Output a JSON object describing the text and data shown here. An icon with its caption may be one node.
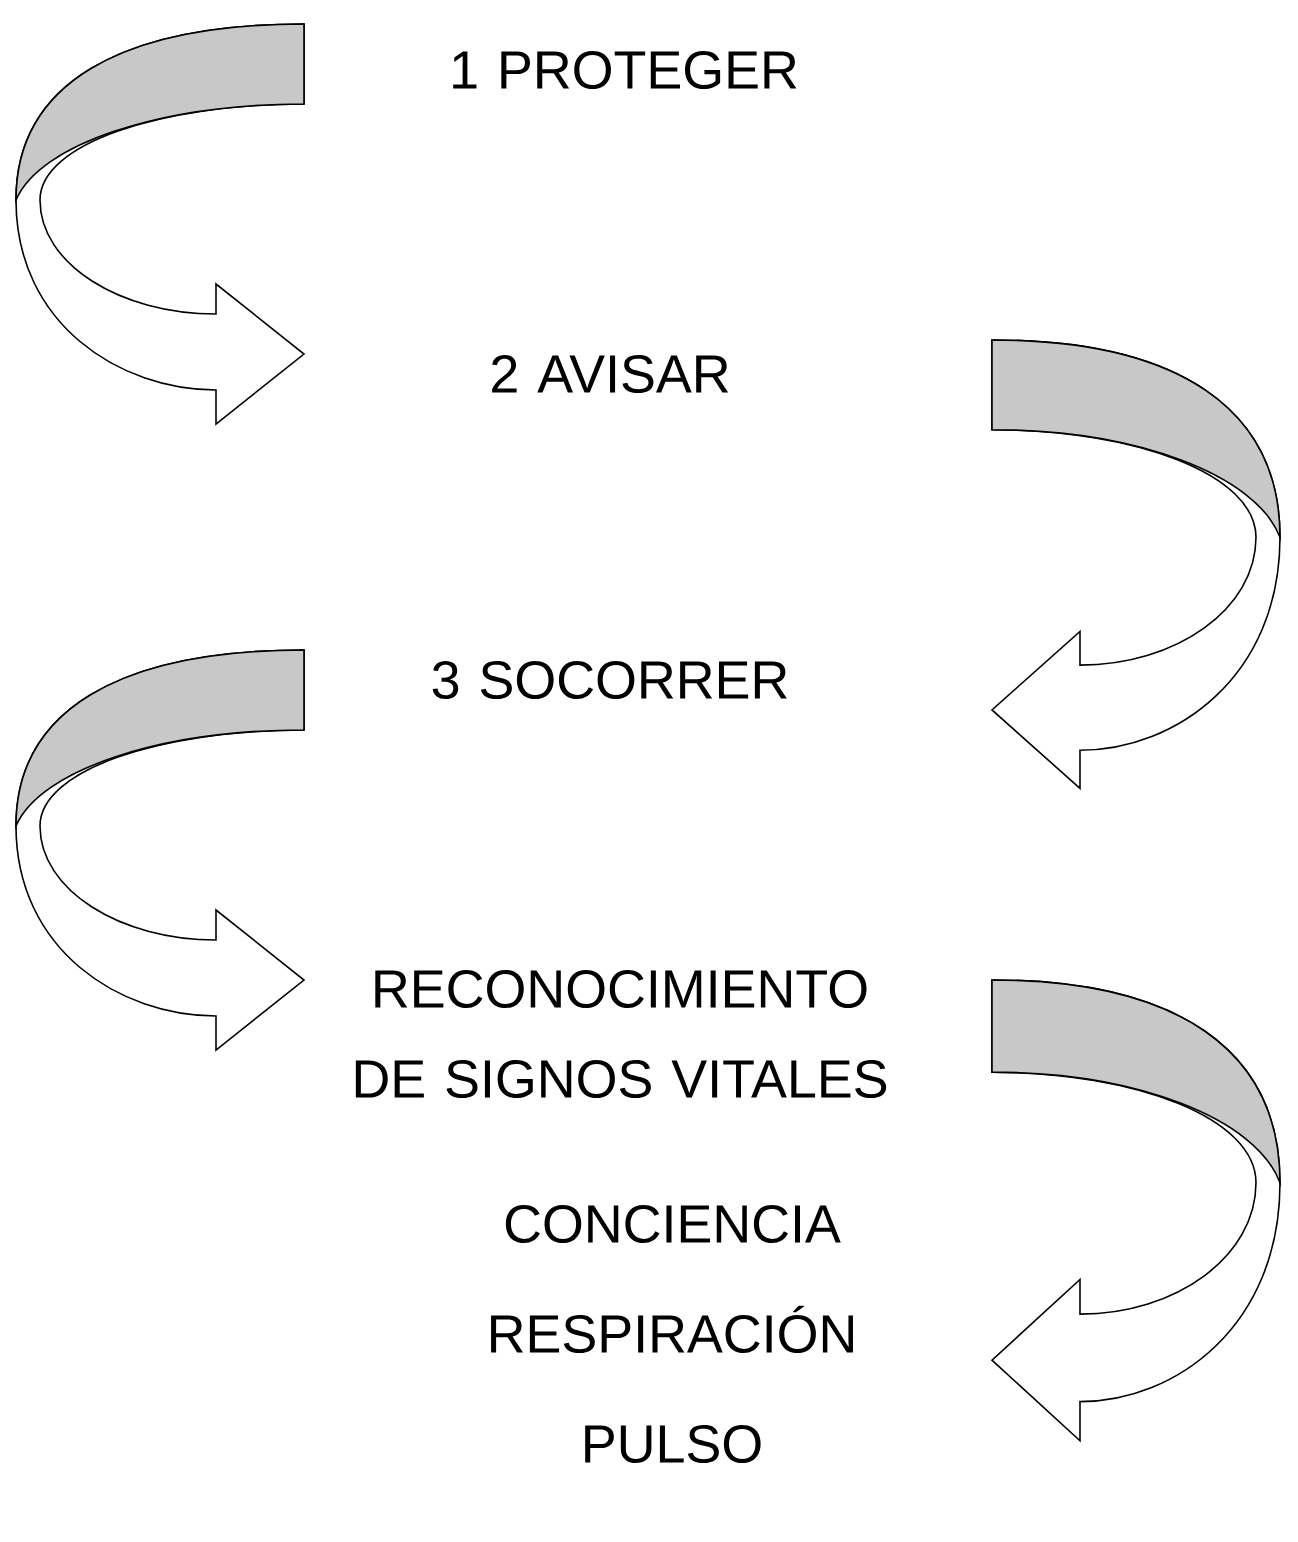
{
  "diagram": {
    "nodes": [
      {
        "text": [
          "1 PROTEGER"
        ]
      },
      {
        "text": [
          "2 AVISAR"
        ]
      },
      {
        "text": [
          "3 SOCORRER"
        ]
      },
      {
        "text": [
          "RECONOCIMIENTO DE SIGNOS VITALES"
        ]
      },
      {
        "text": [
          "CONCIENCIA",
          "RESPIRACIÓN",
          "PULSO"
        ]
      }
    ],
    "edges": [
      {
        "from": 0,
        "to": 1,
        "arrow": "to"
      },
      {
        "from": 1,
        "to": 2,
        "arrow": "to"
      },
      {
        "from": 2,
        "to": 3,
        "arrow": "to"
      },
      {
        "from": 3,
        "to": 4,
        "arrow": "to"
      }
    ]
  }
}
